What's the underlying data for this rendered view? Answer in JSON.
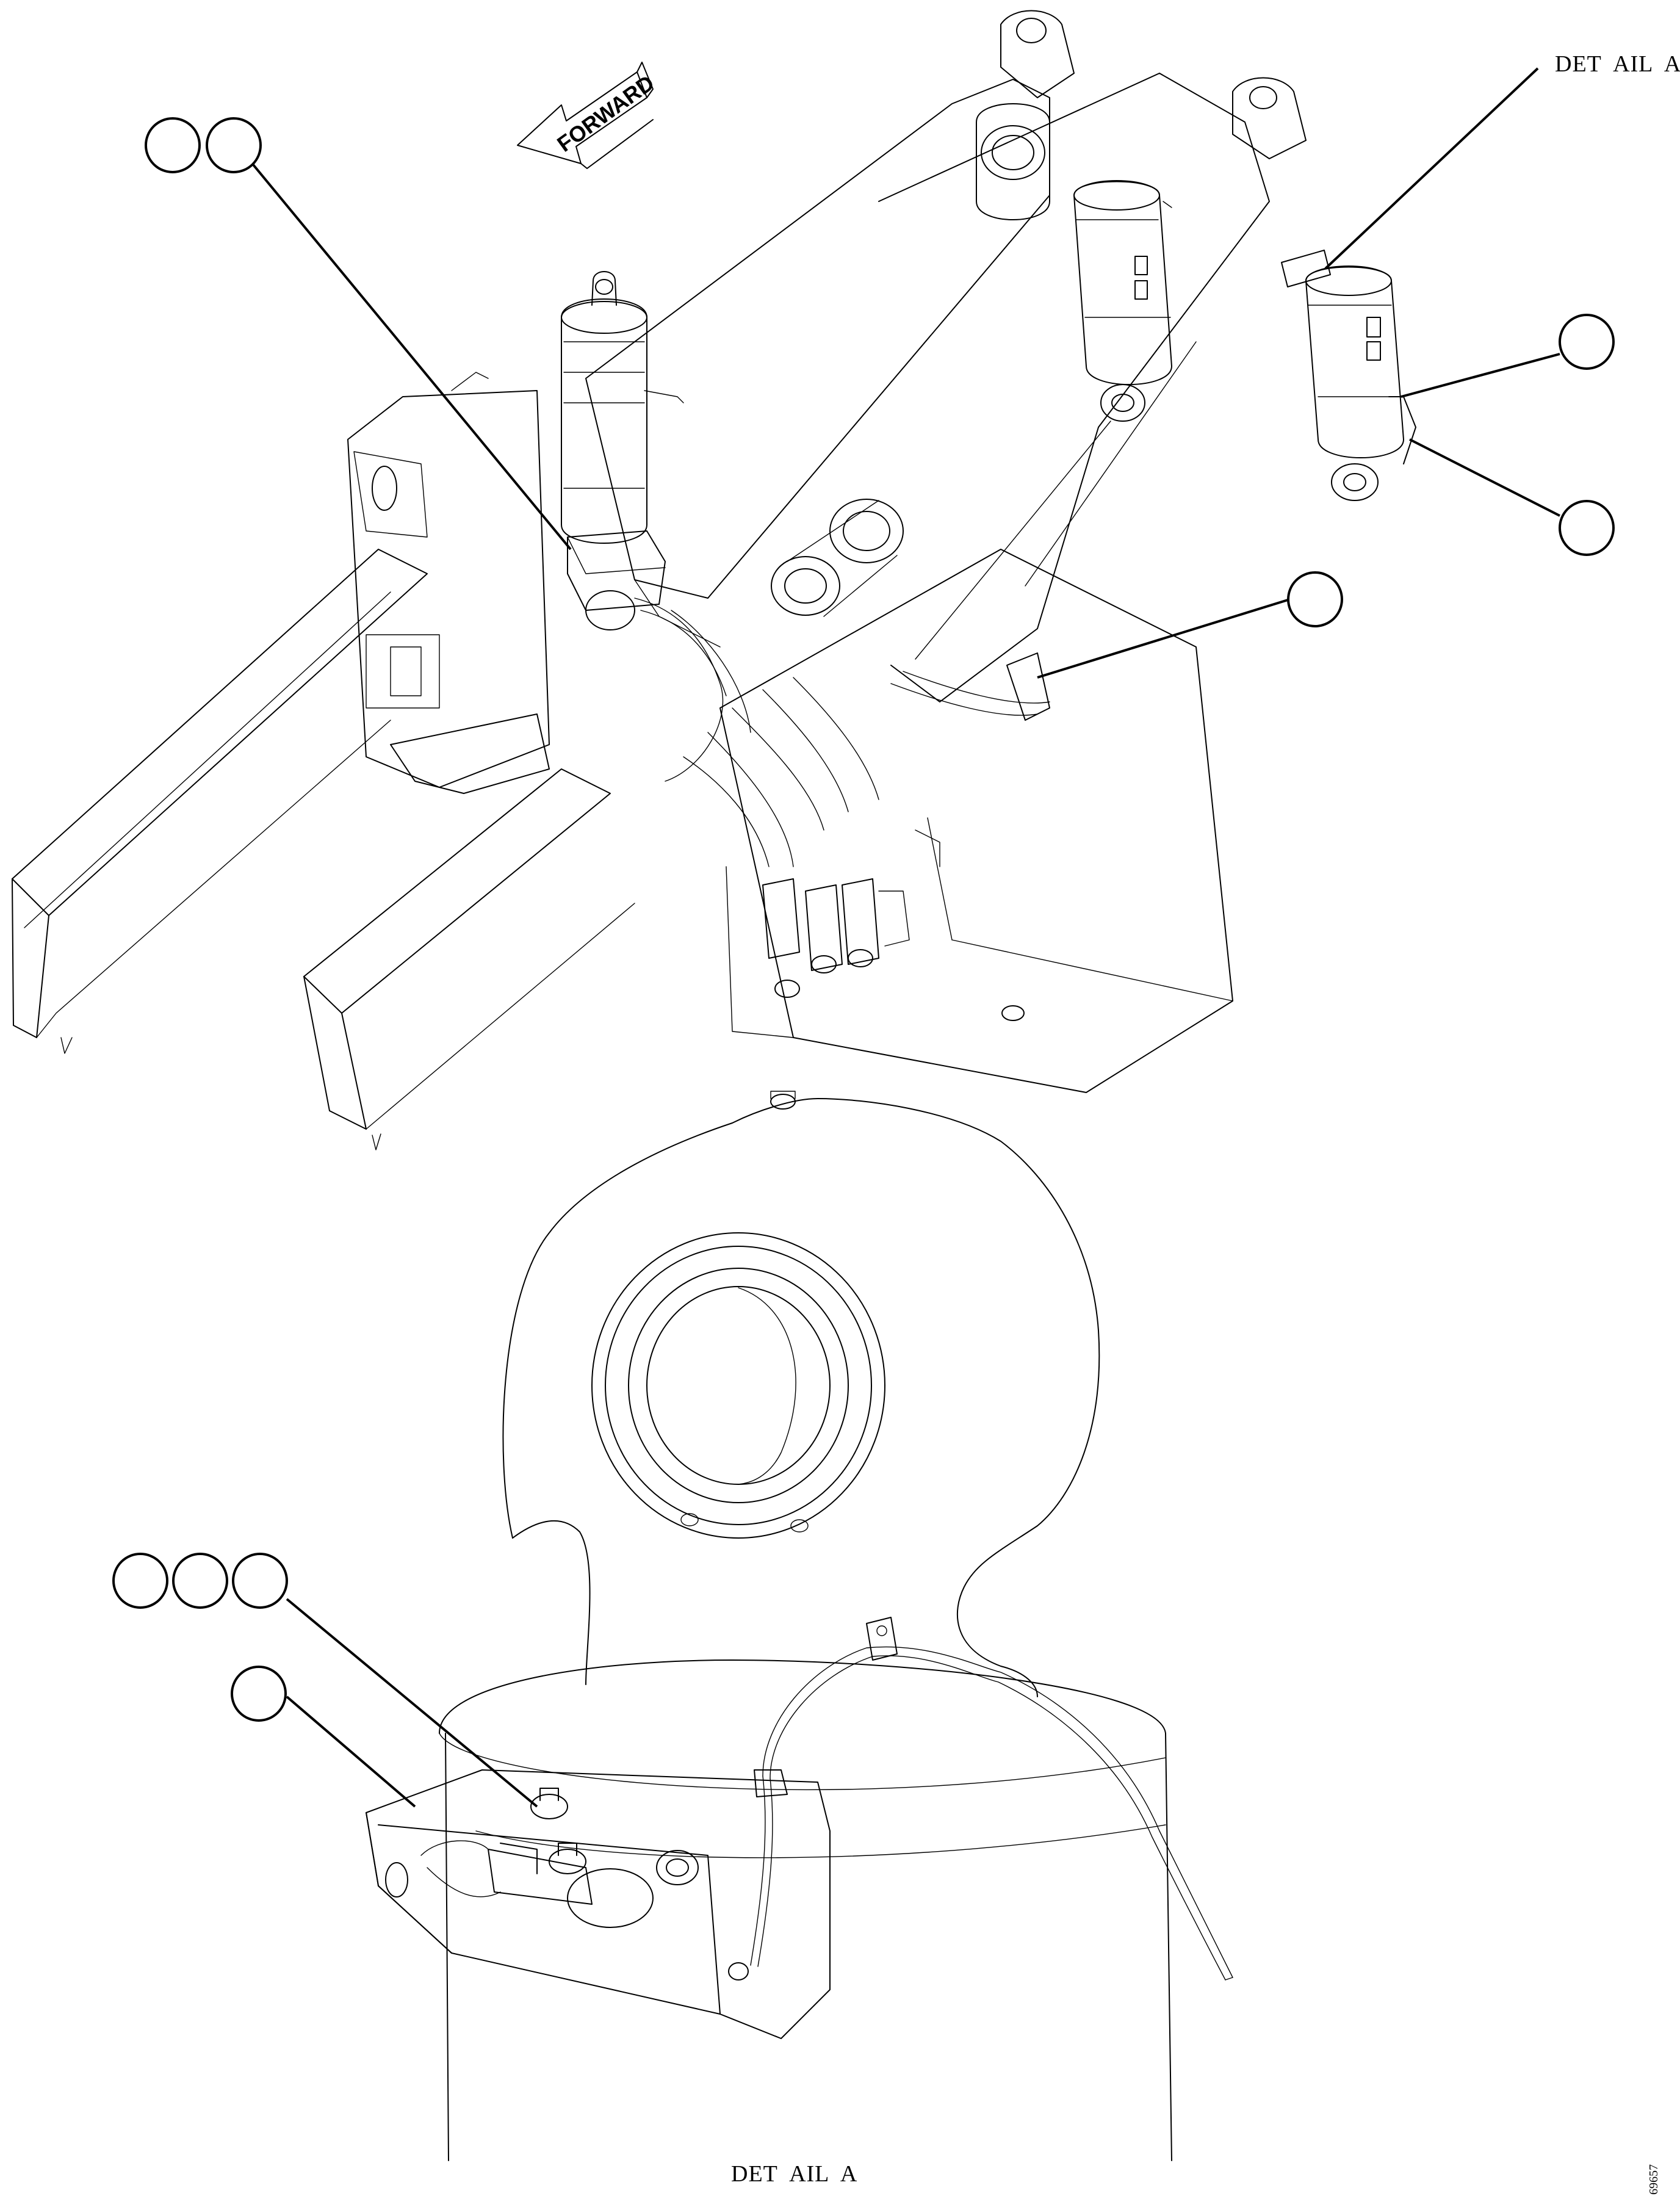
{
  "figure": {
    "detail_label_top": "DET  AIL  A",
    "detail_label_bottom": "DET  AIL  A",
    "forward_arrow_label": "FORWARD",
    "drawing_id": "69657",
    "line_color": "#000000",
    "background_color": "#ffffff"
  },
  "callout_balloons": [
    {
      "id": "balloon-top-left-1",
      "label": ""
    },
    {
      "id": "balloon-top-left-2",
      "label": ""
    },
    {
      "id": "balloon-right-upper",
      "label": ""
    },
    {
      "id": "balloon-right-lower",
      "label": ""
    },
    {
      "id": "balloon-center-right",
      "label": ""
    },
    {
      "id": "balloon-bottom-row-1",
      "label": ""
    },
    {
      "id": "balloon-bottom-row-2",
      "label": ""
    },
    {
      "id": "balloon-bottom-row-3",
      "label": ""
    },
    {
      "id": "balloon-bottom-single",
      "label": ""
    }
  ]
}
